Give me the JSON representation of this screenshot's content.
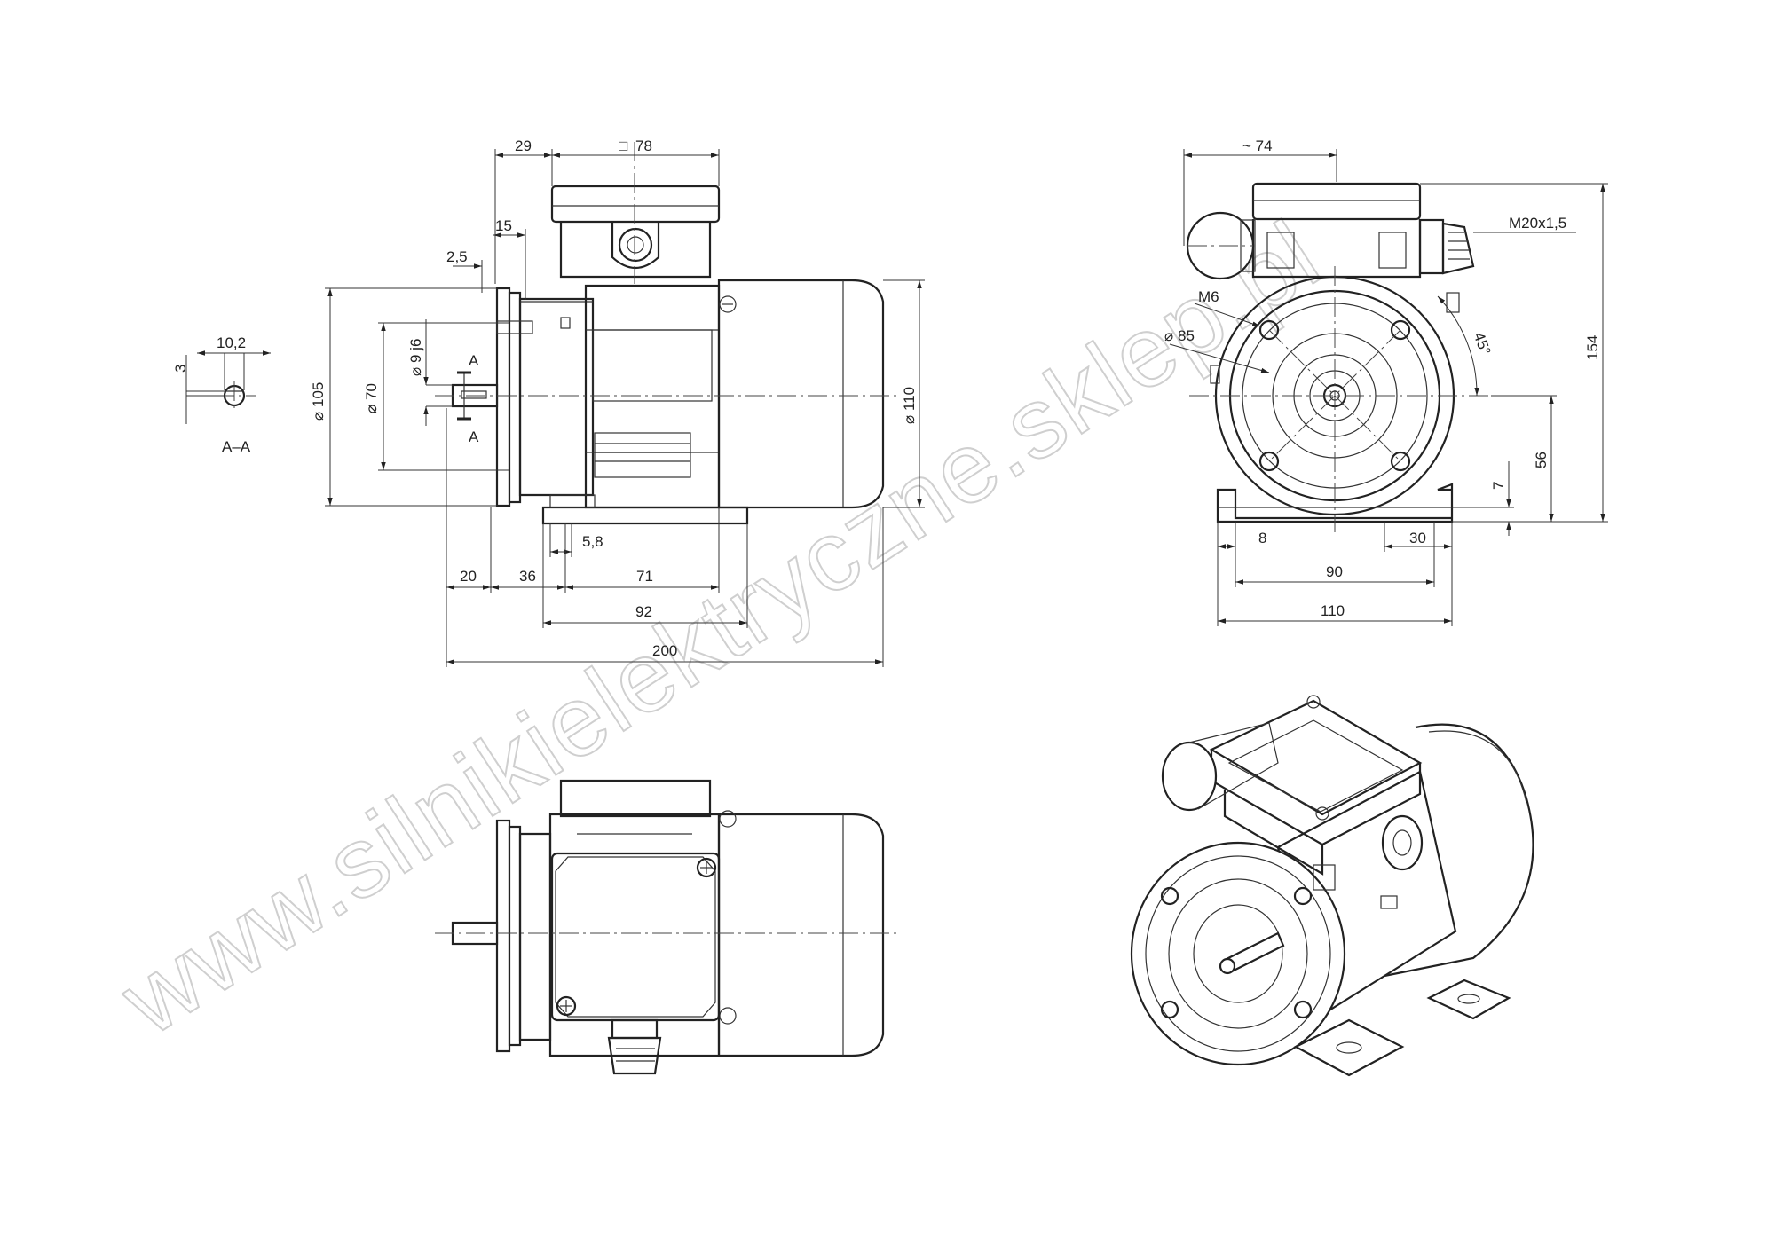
{
  "watermark": "www.silnikielektryczne.sklep.pl",
  "section": {
    "label": "A–A",
    "key_width": "10,2",
    "key_height": "3"
  },
  "side_view": {
    "dims": {
      "d29": "29",
      "box78": "78",
      "d15": "15",
      "d2_5": "2,5",
      "d105": "105",
      "d70": "70",
      "shaft": "9 j6",
      "d110": "110",
      "d5_8": "5,8",
      "d20": "20",
      "d36": "36",
      "d71": "71",
      "d92": "92",
      "d200": "200"
    },
    "cut_label": "A",
    "cut_label_2": "A"
  },
  "end_view": {
    "dims": {
      "d74": "~ 74",
      "gland": "M20x1,5",
      "m6": "M6",
      "d85": "85",
      "angle": "45°",
      "h154": "154",
      "h56": "56",
      "h7": "7",
      "d8": "8",
      "d30": "30",
      "d90": "90",
      "d110": "110"
    }
  },
  "symbols": {
    "diameter": "⌀",
    "square": "□"
  }
}
